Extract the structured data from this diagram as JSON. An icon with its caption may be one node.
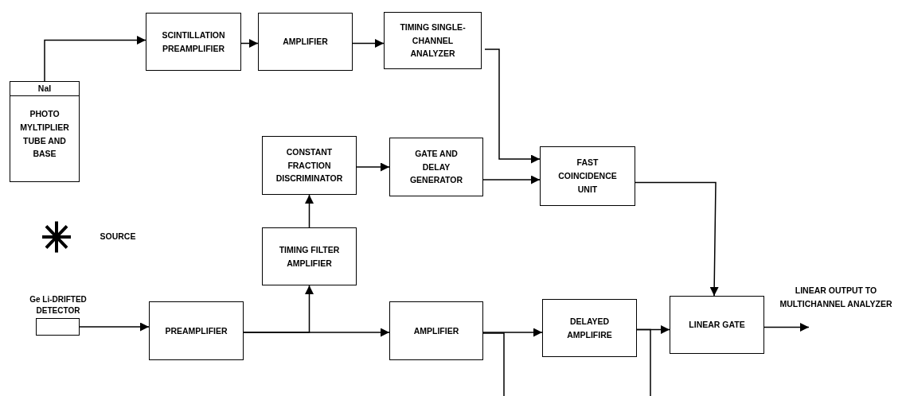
{
  "diagram": {
    "nodes": [
      {
        "text": [
          "NaI",
          "PHOTO MYLTIPLIER TUBE AND BASE"
        ]
      },
      {
        "text": [
          "SCINTILLATION PREAMPLIFIER"
        ]
      },
      {
        "text": [
          "AMPLIFIER"
        ]
      },
      {
        "text": [
          "TIMING SINGLE-CHANNEL ANALYZER"
        ]
      },
      {
        "text": [
          "CONSTANT FRACTION DISCRIMINATOR"
        ]
      },
      {
        "text": [
          "GATE AND DELAY GENERATOR"
        ]
      },
      {
        "text": [
          "FAST COINCIDENCE UNIT"
        ]
      },
      {
        "text": [
          "TIMING FILTER AMPLIFIER"
        ]
      },
      {
        "text": [
          "Ge Li-DRIFTED DETECTOR"
        ]
      },
      {
        "text": [
          "PREAMPLIFIER"
        ]
      },
      {
        "text": [
          "AMPLIFIER"
        ]
      },
      {
        "text": [
          "DELAYED AMPLIFIRE"
        ]
      },
      {
        "text": [
          "LINEAR GATE"
        ]
      }
    ],
    "edges": [
      {
        "from": 0,
        "to": 1,
        "arrow": "to"
      },
      {
        "from": 1,
        "to": 2,
        "arrow": "to"
      },
      {
        "from": 2,
        "to": 3,
        "arrow": "to"
      },
      {
        "from": 3,
        "to": 6,
        "arrow": "to"
      },
      {
        "from": 4,
        "to": 5,
        "arrow": "to"
      },
      {
        "from": 5,
        "to": 6,
        "arrow": "to"
      },
      {
        "from": 6,
        "to": 12,
        "arrow": "to"
      },
      {
        "from": 7,
        "to": 4,
        "arrow": "to"
      },
      {
        "from": 8,
        "to": 9,
        "arrow": "to"
      },
      {
        "from": 9,
        "to": 7,
        "arrow": "to"
      },
      {
        "from": 9,
        "to": 10,
        "arrow": "to"
      },
      {
        "from": 10,
        "to": 11,
        "arrow": "to"
      },
      {
        "from": 11,
        "to": 12,
        "arrow": "to"
      },
      {
        "from": 12,
        "to": null,
        "arrow": "to"
      },
      {
        "from": 10,
        "to": null,
        "arrow": "none"
      },
      {
        "from": 11,
        "to": null,
        "arrow": "none"
      }
    ],
    "labels": [
      "SOURCE",
      "LINEAR OUTPUT TO MULTICHANNEL ANALYZER"
    ]
  }
}
